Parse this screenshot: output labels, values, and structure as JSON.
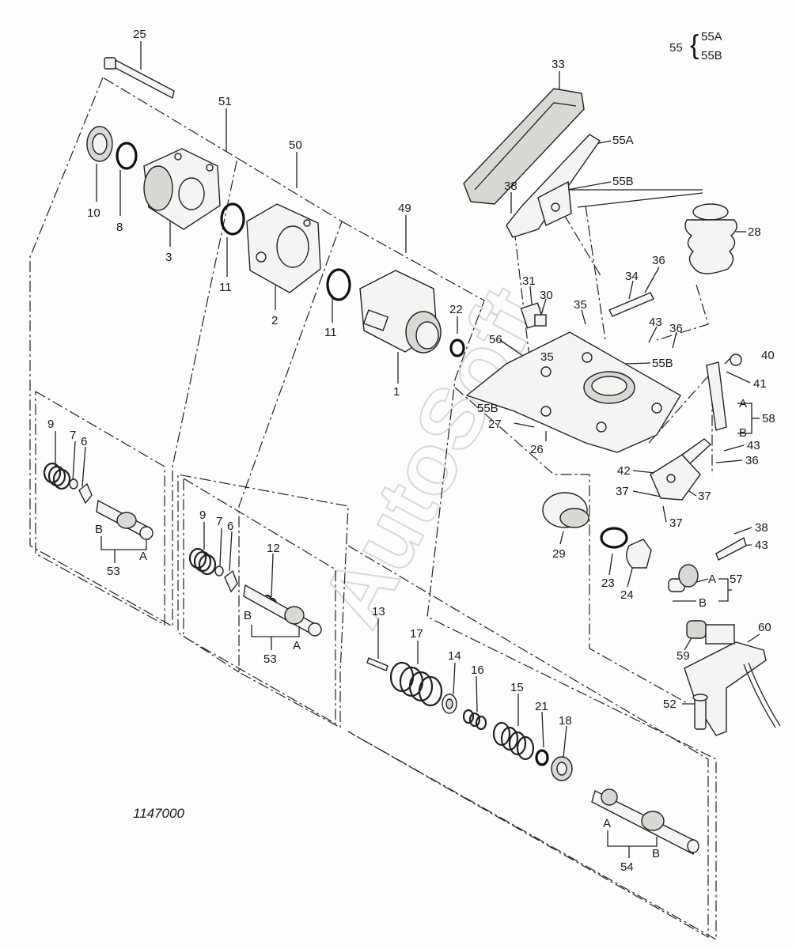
{
  "watermark": "AutoSoft",
  "drawing_code": "1147000",
  "legend": {
    "parent": "55",
    "a": "55A",
    "b": "55B"
  },
  "callouts": {
    "c25": "25",
    "c51": "51",
    "c50": "50",
    "c49": "49",
    "c33": "33",
    "c10": "10",
    "c8": "8",
    "c3": "3",
    "c11a": "11",
    "c2": "2",
    "c11b": "11",
    "c1": "1",
    "c22": "22",
    "c55A": "55A",
    "c55B_top": "55B",
    "c38_top": "38",
    "c28": "28",
    "c36_a": "36",
    "c34": "34",
    "c31": "31",
    "c30": "30",
    "c35_a": "35",
    "c56": "56",
    "c35_b": "35",
    "c43_a": "43",
    "c36_b": "36",
    "c55B_mid": "55B",
    "c40": "40",
    "c41": "41",
    "c55B_left": "55B",
    "c27": "27",
    "c26": "26",
    "c58": "58",
    "c58_A": "A",
    "c58_B": "B",
    "c43_b": "43",
    "c36_c": "36",
    "c42": "42",
    "c37_a": "37",
    "c37_b": "37",
    "c37_c": "37",
    "c29": "29",
    "c23": "23",
    "c24": "24",
    "c38_b": "38",
    "c43_c": "43",
    "c57": "57",
    "c57_A": "A",
    "c57_B": "B",
    "c9_l": "9",
    "c7_l": "7",
    "c6_l": "6",
    "c53_l": "53",
    "c53_l_A": "A",
    "c53_l_B": "B",
    "c9_m": "9",
    "c7_m": "7",
    "c6_m": "6",
    "c12": "12",
    "c53_m": "53",
    "c53_m_A": "A",
    "c53_m_B": "B",
    "c13": "13",
    "c17": "17",
    "c14": "14",
    "c16": "16",
    "c15": "15",
    "c21": "21",
    "c18": "18",
    "c54": "54",
    "c54_A": "A",
    "c54_B": "B",
    "c60": "60",
    "c59": "59",
    "c52": "52"
  }
}
